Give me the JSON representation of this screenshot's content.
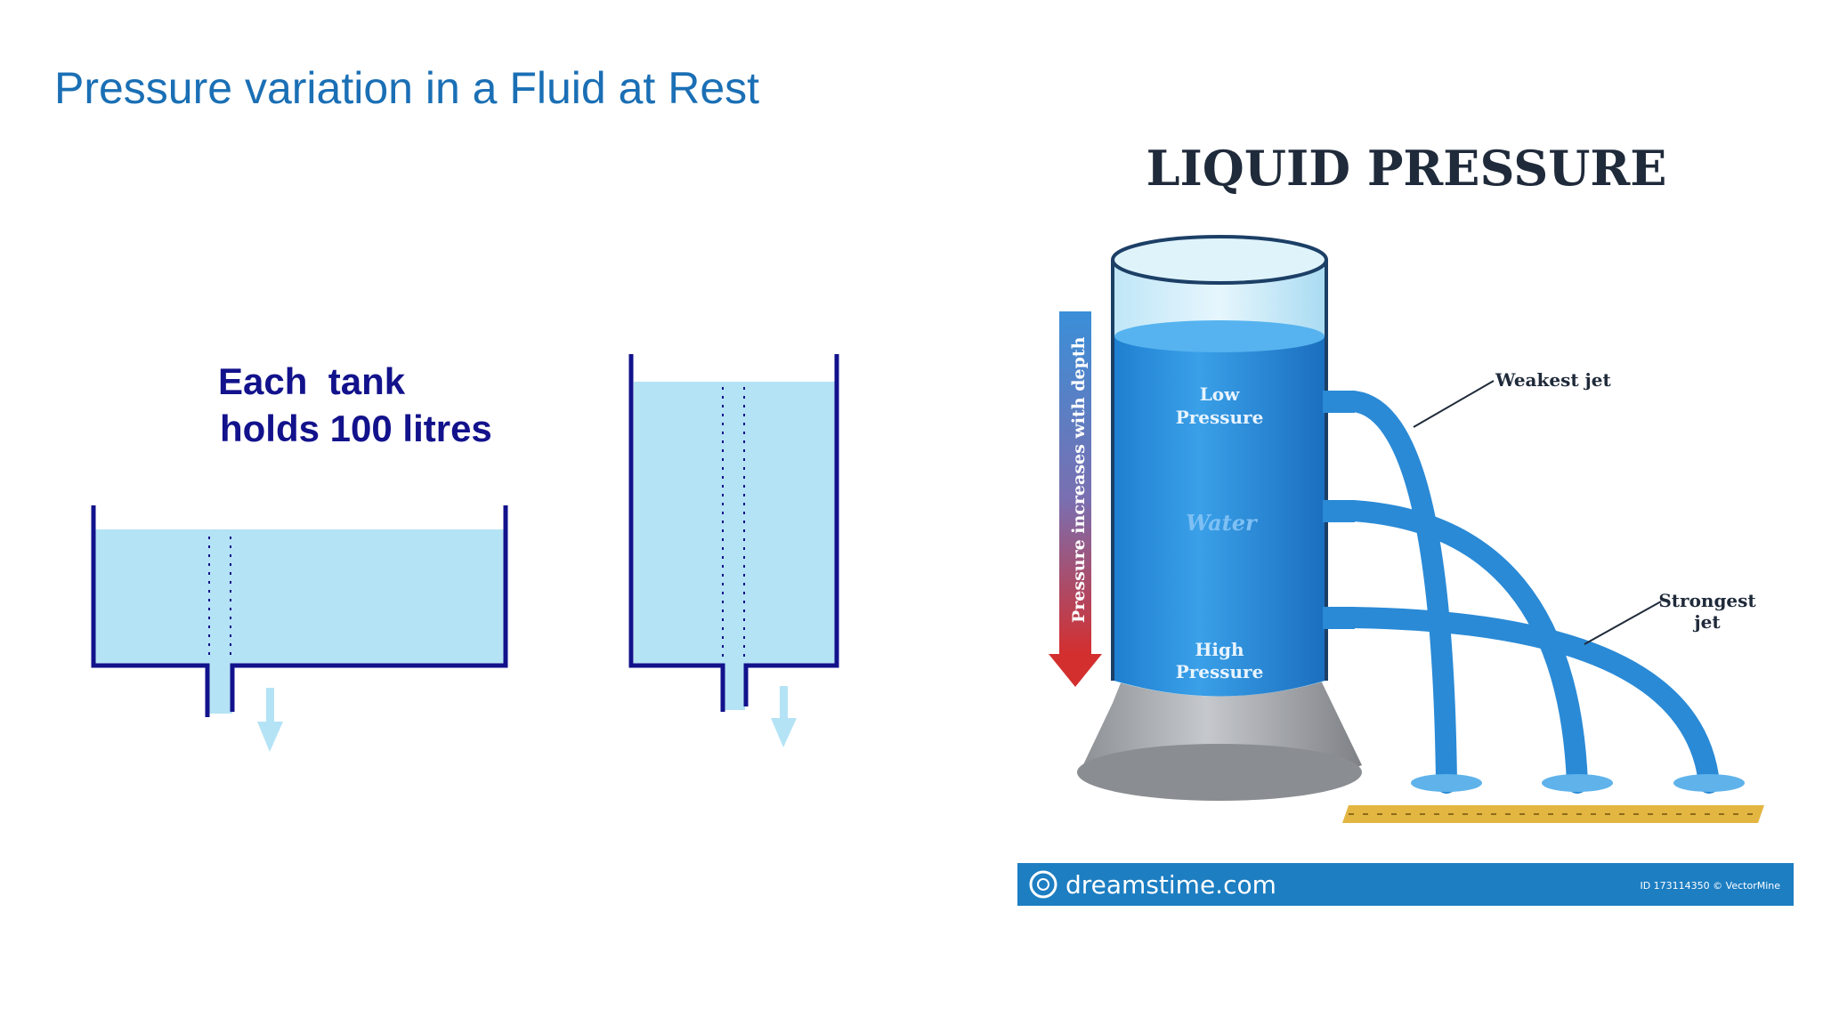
{
  "slide": {
    "title": "Pressure variation in a Fluid at Rest",
    "caption_line1": "Each  tank",
    "caption_line2": "holds 100 litres"
  },
  "illustration": {
    "title": "LIQUID PRESSURE",
    "depth_arrow_label": "Pressure increases with depth",
    "low_pressure_line1": "Low",
    "low_pressure_line2": "Pressure",
    "water_label": "Water",
    "high_pressure_line1": "High",
    "high_pressure_line2": "Pressure",
    "weakest_jet_label": "Weakest jet",
    "strongest_jet_line1": "Strongest",
    "strongest_jet_line2": "jet",
    "banner_brand": "dreamstime.com",
    "banner_id": "ID 173114350 © VectorMine"
  },
  "colors": {
    "title_blue": "#1a6fb5",
    "caption_navy": "#12128c",
    "tank_outline": "#12128c",
    "tank_water": "#b4e3f5",
    "jet_blue": "#2a8ad6",
    "banner_blue": "#1d7ec2",
    "arrow_red": "#d32f2f"
  }
}
